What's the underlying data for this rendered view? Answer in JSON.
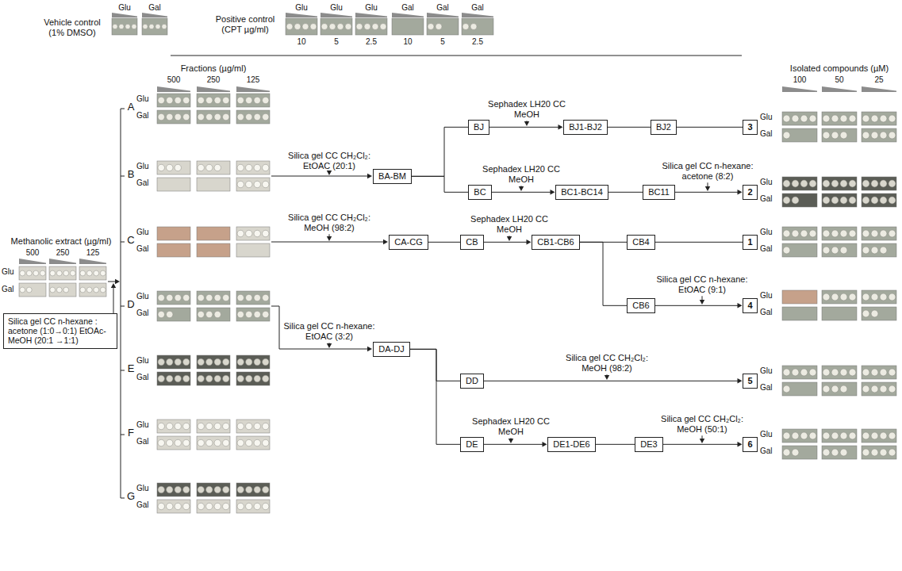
{
  "diagram": {
    "nodes": [
      {
        "text": [
          "BA-BM"
        ]
      },
      {
        "text": [
          "BJ"
        ]
      },
      {
        "text": [
          "BJ1-BJ2"
        ]
      },
      {
        "text": [
          "BJ2"
        ]
      },
      {
        "text": [
          "3"
        ]
      },
      {
        "text": [
          "BC"
        ]
      },
      {
        "text": [
          "BC1-BC14"
        ]
      },
      {
        "text": [
          "BC11"
        ]
      },
      {
        "text": [
          "2"
        ]
      },
      {
        "text": [
          "CA-CG"
        ]
      },
      {
        "text": [
          "CB"
        ]
      },
      {
        "text": [
          "CB1-CB6"
        ]
      },
      {
        "text": [
          "CB4"
        ]
      },
      {
        "text": [
          "1"
        ]
      },
      {
        "text": [
          "CB6"
        ]
      },
      {
        "text": [
          "4"
        ]
      },
      {
        "text": [
          "DA-DJ"
        ]
      },
      {
        "text": [
          "DD"
        ]
      },
      {
        "text": [
          "5"
        ]
      },
      {
        "text": [
          "DE"
        ]
      },
      {
        "text": [
          "DE1-DE6"
        ]
      },
      {
        "text": [
          "DE3"
        ]
      },
      {
        "text": [
          "6"
        ]
      },
      {
        "text": [
          "Silica gel CC n-hexane : acetone (1:0→0:1) EtOAc-MeOH (20:1 →1:1)"
        ]
      }
    ],
    "edges": [
      {
        "from": 0,
        "to": 1,
        "arrow": "none"
      },
      {
        "from": 0,
        "to": 5,
        "arrow": "none"
      },
      {
        "from": 1,
        "to": 2,
        "arrow": "to"
      },
      {
        "from": 2,
        "to": 3,
        "arrow": "none"
      },
      {
        "from": 3,
        "to": 4,
        "arrow": "none"
      },
      {
        "from": 5,
        "to": 6,
        "arrow": "to"
      },
      {
        "from": 6,
        "to": 7,
        "arrow": "none"
      },
      {
        "from": 7,
        "to": 8,
        "arrow": "to"
      },
      {
        "from": 9,
        "to": 10,
        "arrow": "none"
      },
      {
        "from": 10,
        "to": 11,
        "arrow": "to"
      },
      {
        "from": 11,
        "to": 12,
        "arrow": "none"
      },
      {
        "from": 12,
        "to": 13,
        "arrow": "none"
      },
      {
        "from": 11,
        "to": 14,
        "arrow": "none"
      },
      {
        "from": 14,
        "to": 15,
        "arrow": "to"
      },
      {
        "from": 16,
        "to": 17,
        "arrow": "none"
      },
      {
        "from": 16,
        "to": 19,
        "arrow": "none"
      },
      {
        "from": 17,
        "to": 18,
        "arrow": "to"
      },
      {
        "from": 19,
        "to": 20,
        "arrow": "to"
      },
      {
        "from": 20,
        "to": 21,
        "arrow": "none"
      },
      {
        "from": 21,
        "to": 22,
        "arrow": "to"
      }
    ],
    "labels": [
      "Glu",
      "Gal",
      "Vehicle control (1% DMSO)",
      "Positive control (CPT µg/ml)",
      "Glu",
      "Glu",
      "Glu",
      "Gal",
      "Gal",
      "Gal",
      "10",
      "5",
      "2.5",
      "10",
      "5",
      "2.5",
      "Methanolic extract (µg/ml)",
      "500",
      "250",
      "125",
      "Glu",
      "Gal",
      "Fractions (µg/ml)",
      "500",
      "250",
      "125",
      "A",
      "Glu",
      "Gal",
      "B",
      "Glu",
      "Gal",
      "C",
      "Glu",
      "Gal",
      "D",
      "Glu",
      "Gal",
      "E",
      "Glu",
      "Gal",
      "F",
      "Glu",
      "Gal",
      "G",
      "Glu",
      "Gal",
      "Silica gel CC CH₂Cl₂: EtOAC (20:1)",
      "Sephadex LH20 CC MeOH",
      "Sephadex LH20 CC MeOH",
      "Silica gel CC n-hexane: acetone (8:2)",
      "Silica gel CC CH₂Cl₂: MeOH (98:2)",
      "Sephadex LH20 CC MeOH",
      "Silica gel CC n-hexane: EtOAC (9:1)",
      "Silica gel CC n-hexane: EtOAC (3:2)",
      "Silica gel CC CH₂Cl₂: MeOH (98:2)",
      "Sephadex LH20 CC MeOH",
      "Silica gel CC CH₂Cl₂: MeOH (50:1)",
      "Isolated compounds (µM)",
      "100",
      "50",
      "25",
      "Glu",
      "Gal",
      "Glu",
      "Gal",
      "Glu",
      "Gal",
      "Glu",
      "Gal",
      "Glu",
      "Gal",
      "Glu",
      "Gal"
    ]
  }
}
